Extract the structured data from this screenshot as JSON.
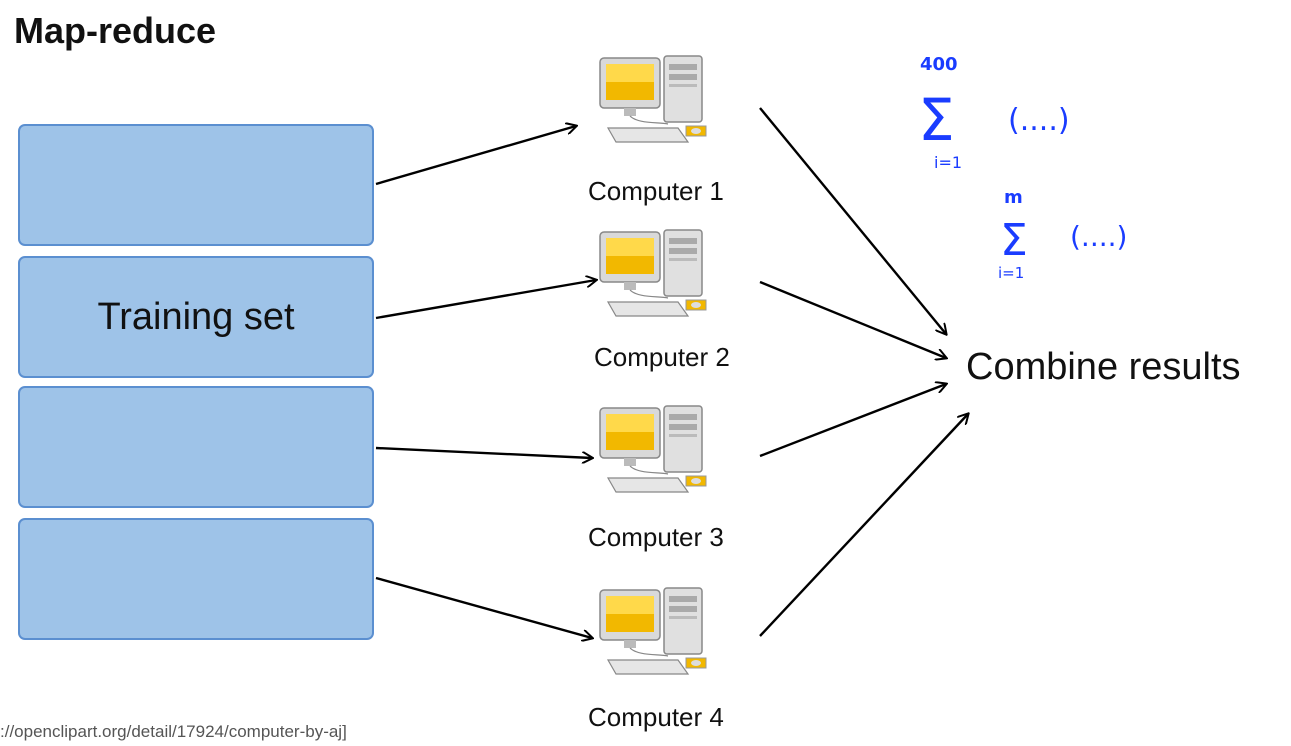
{
  "title": "Map-reduce",
  "training_set_label": "Training set",
  "computers": [
    "Computer 1",
    "Computer 2",
    "Computer 3",
    "Computer 4"
  ],
  "combine_label": "Combine results",
  "source_text": "://openclipart.org/detail/17924/computer-by-aj]",
  "annotations": {
    "sum1": {
      "upper": "400",
      "lower": "i=1",
      "term": "(....)"
    },
    "sum2": {
      "upper": "m",
      "lower": "i=1",
      "term": "(....)"
    }
  },
  "colors": {
    "block_fill": "#9ec3e8",
    "block_border": "#5b8fd0",
    "ink": "#1a3cff"
  }
}
